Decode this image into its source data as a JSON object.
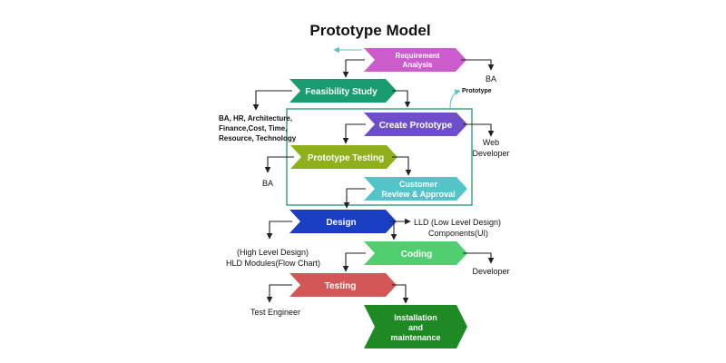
{
  "title": "Prototype Model",
  "colors": {
    "requirement": "#cc5ccc",
    "feasibility": "#1a9b70",
    "create_prototype": "#6f4fc9",
    "prototype_testing": "#8fb01a",
    "customer_review": "#53c5c8",
    "design": "#1a3ec2",
    "coding": "#50cf70",
    "testing": "#d45757",
    "installation": "#1f8a23",
    "prototype_box": "#2fa070",
    "connector": "#222222"
  },
  "steps": {
    "requirement": [
      "Requirement",
      "Analysis"
    ],
    "feasibility": "Feasibility Study",
    "create_prototype": "Create Prototype",
    "prototype_testing": "Prototype Testing",
    "customer_review": [
      "Customer",
      "Review & Approval"
    ],
    "design": "Design",
    "coding": "Coding",
    "testing": "Testing",
    "installation": [
      "Installation",
      "and",
      "maintenance"
    ]
  },
  "notes": {
    "ba_top": "BA",
    "prototype_label": "Prototype",
    "feasibility_roles": [
      "BA, HR, Architecture,",
      "Finance,Cost, Time,",
      "Resource, Technology"
    ],
    "web_developer": [
      "Web",
      "Developer"
    ],
    "ba_testing": "BA",
    "lld": [
      "LLD (Low Level Design)",
      "Components(UI)"
    ],
    "hld": [
      "(High Level Design)",
      "HLD Modules(Flow Chart)"
    ],
    "developer": "Developer",
    "test_engineer": "Test Engineer"
  }
}
